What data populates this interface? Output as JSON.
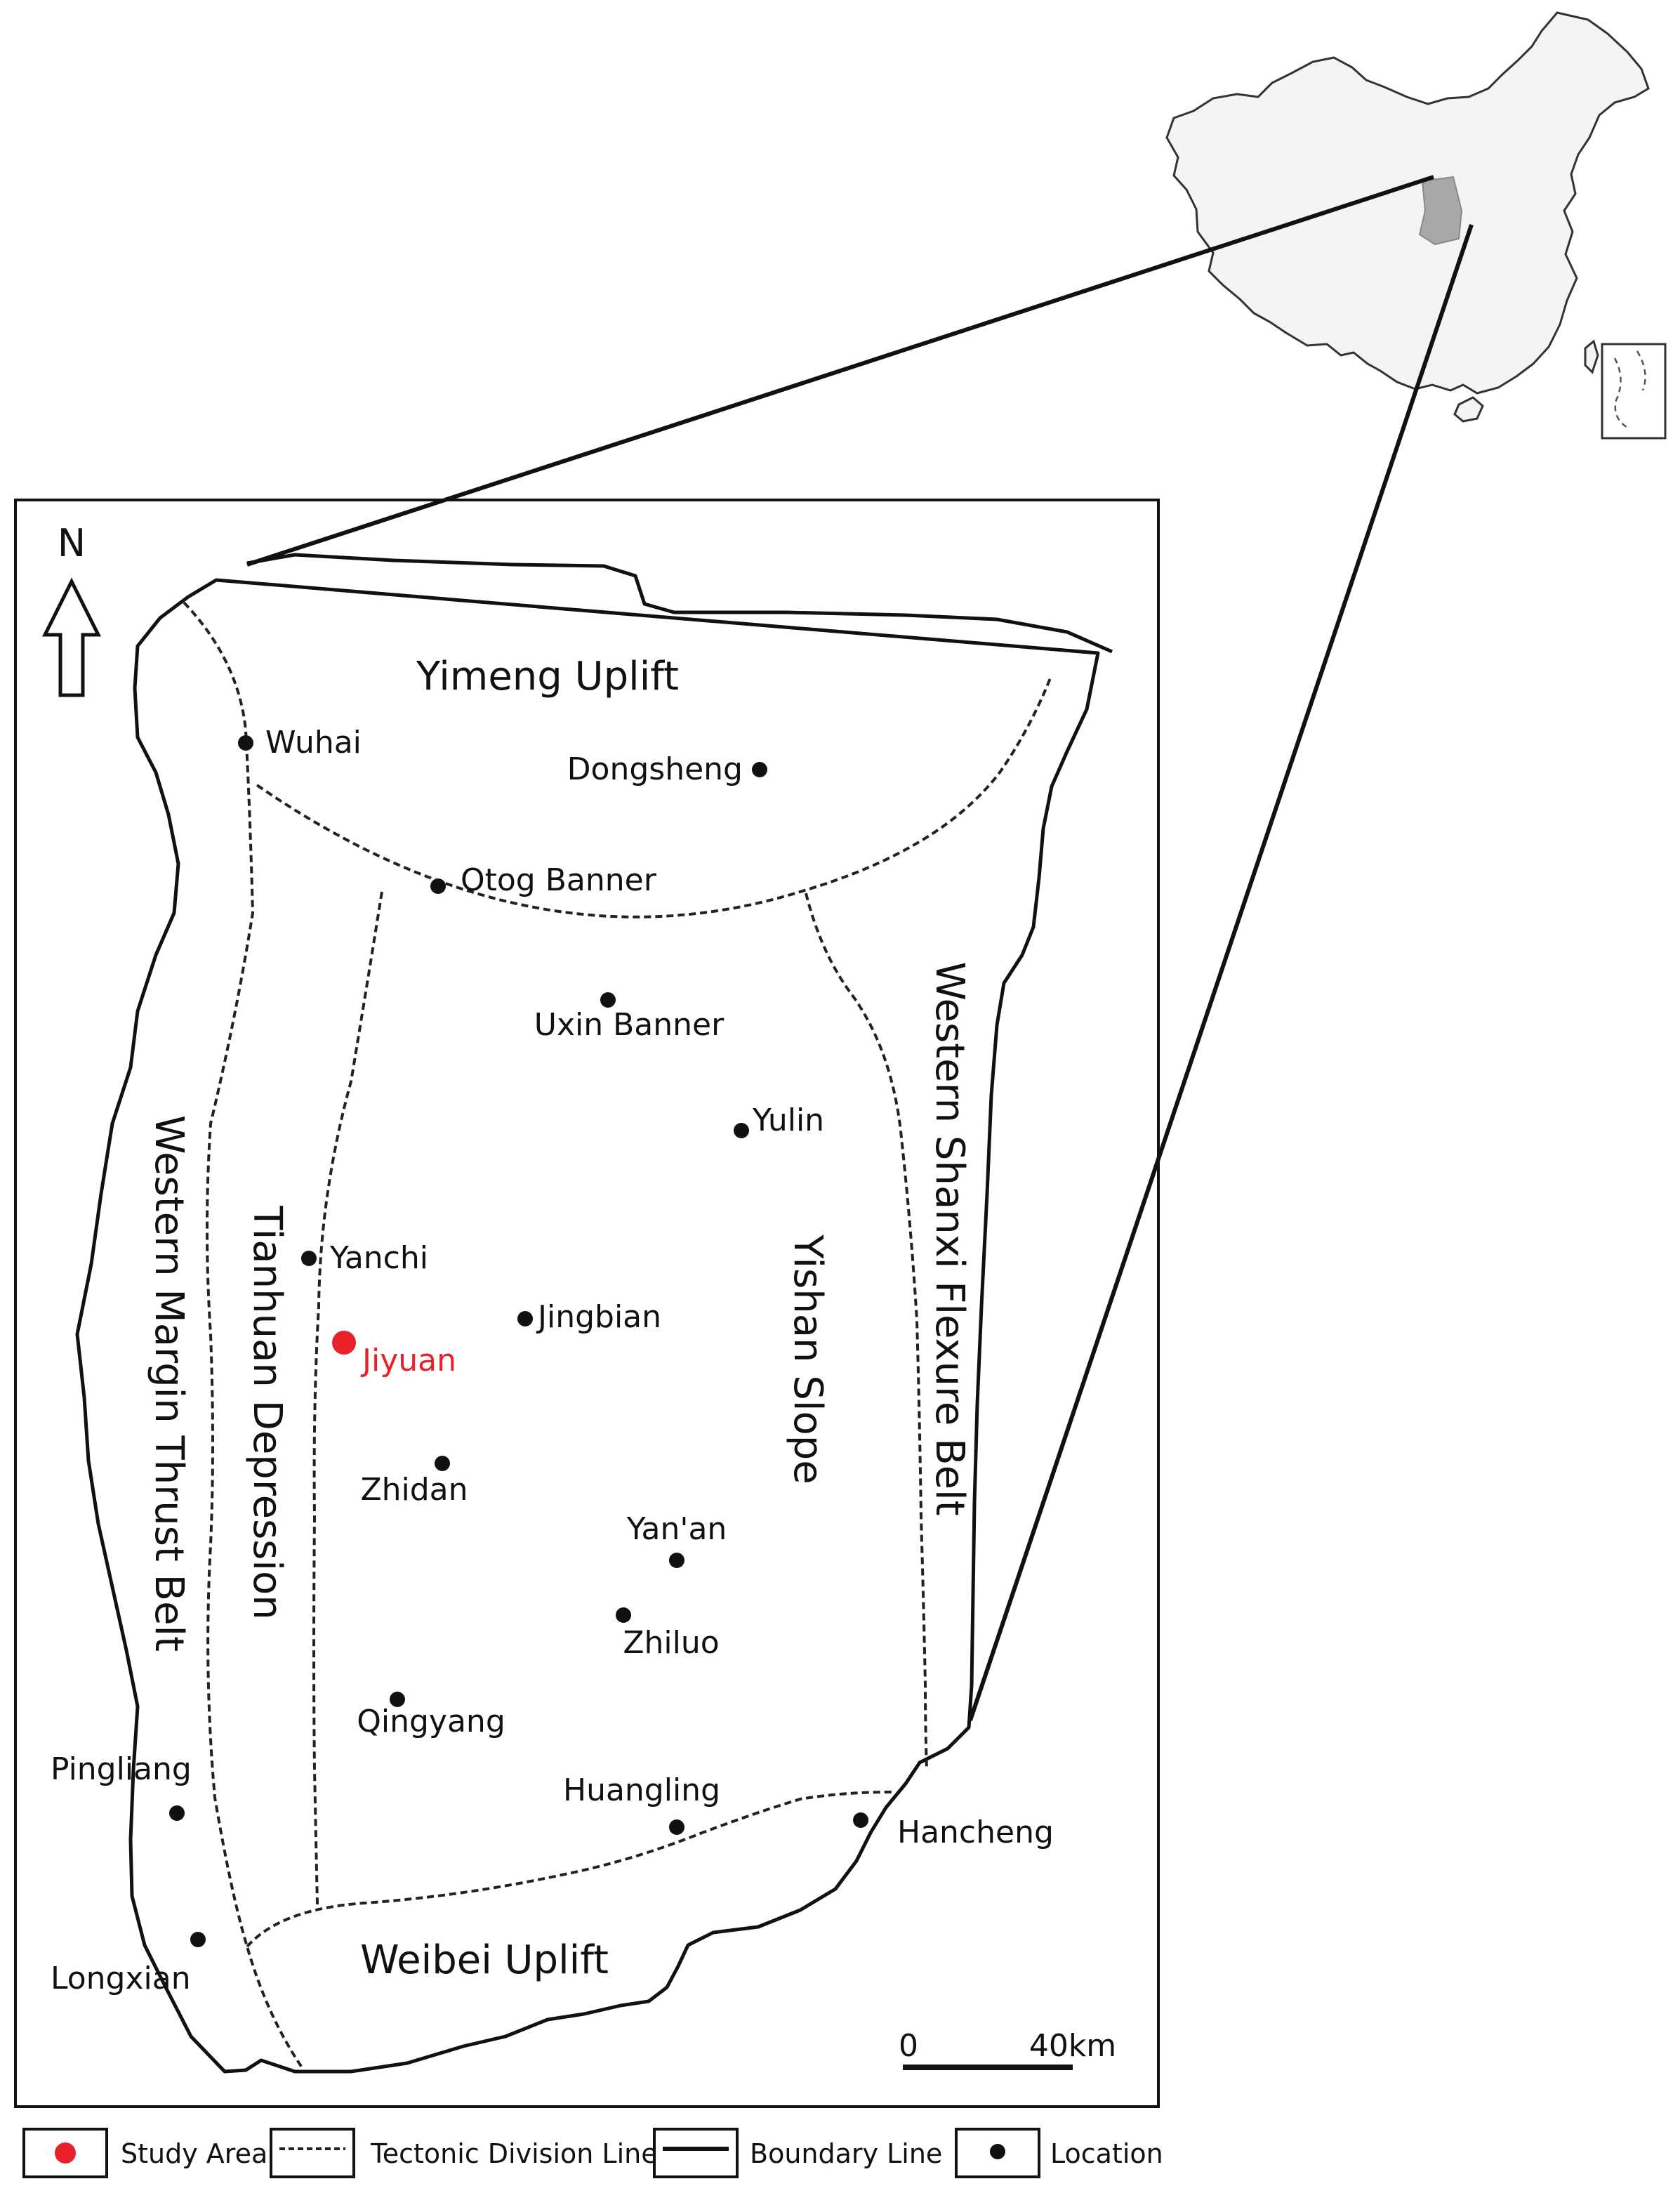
{
  "north_label": "N",
  "regions": {
    "yimeng": "Yimeng Uplift",
    "weibei": "Weibei Uplift",
    "western_margin": "Western Margin Thrust Belt",
    "tianhuan": "Tianhuan Depression",
    "yishan": "Yishan Slope",
    "western_shanxi": "Western Shanxi Flexure Belt"
  },
  "places": {
    "wuhai": "Wuhai",
    "dongsheng": "Dongsheng",
    "otog": "Otog Banner",
    "uxin": "Uxin Banner",
    "yulin": "Yulin",
    "yanchi": "Yanchi",
    "jingbian": "Jingbian",
    "jiyuan": "Jiyuan",
    "zhidan": "Zhidan",
    "yanan": "Yan'an",
    "zhiluo": "Zhiluo",
    "qingyang": "Qingyang",
    "huangling": "Huangling",
    "hancheng": "Hancheng",
    "pingliang": "Pingliang",
    "longxian": "Longxian"
  },
  "scale": {
    "zero": "0",
    "end": "40km"
  },
  "legend": {
    "study_area": "Study Area",
    "tectonic_line": "Tectonic Division Line",
    "boundary_line": "Boundary Line",
    "location": "Location"
  },
  "colors": {
    "study_area": "#e8212b",
    "ink": "#111111",
    "china_fill": "#f4f4f4",
    "highlight": "#a8a8a8"
  }
}
